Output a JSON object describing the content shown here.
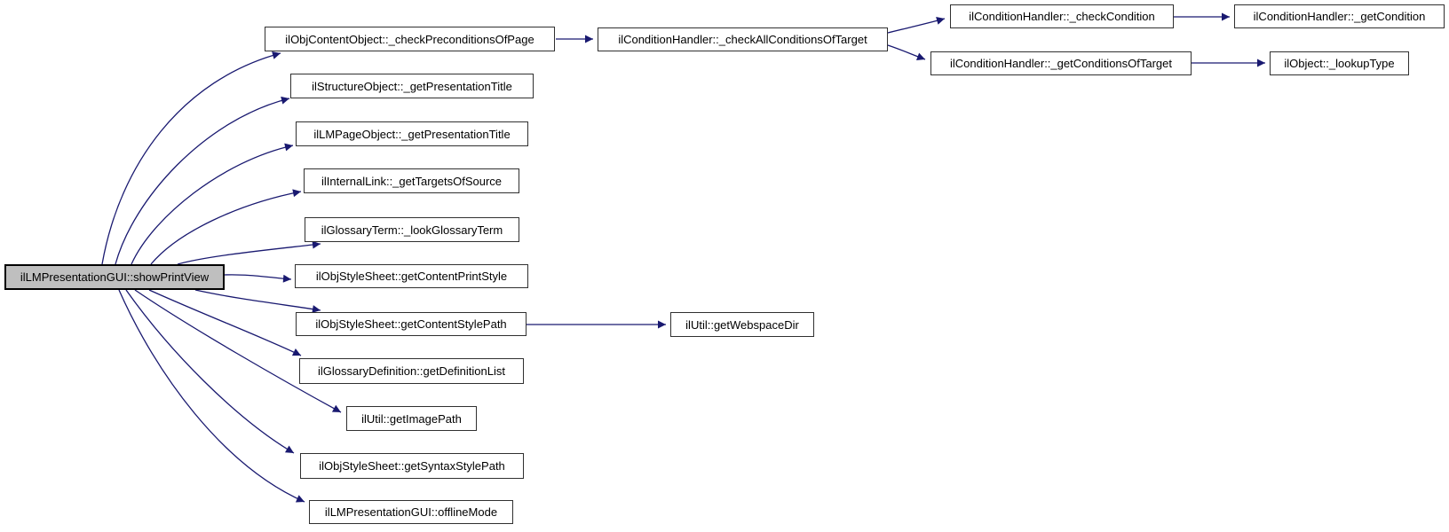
{
  "diagram_type": "call-graph",
  "colors": {
    "edge": "#191970",
    "node_border": "#303030",
    "node_fill": "#ffffff",
    "main_fill": "#bfbfbf",
    "text": "#000000",
    "background": "#ffffff"
  },
  "nodes": [
    {
      "id": "n0",
      "label": "ilLMPresentationGUI::showPrintView",
      "main": true
    },
    {
      "id": "n1",
      "label": "ilObjContentObject::_checkPreconditionsOfPage"
    },
    {
      "id": "n2",
      "label": "ilStructureObject::_getPresentationTitle"
    },
    {
      "id": "n3",
      "label": "ilLMPageObject::_getPresentationTitle"
    },
    {
      "id": "n4",
      "label": "ilInternalLink::_getTargetsOfSource"
    },
    {
      "id": "n5",
      "label": "ilGlossaryTerm::_lookGlossaryTerm"
    },
    {
      "id": "n6",
      "label": "ilObjStyleSheet::getContentPrintStyle"
    },
    {
      "id": "n7",
      "label": "ilObjStyleSheet::getContentStylePath"
    },
    {
      "id": "n8",
      "label": "ilGlossaryDefinition::getDefinitionList"
    },
    {
      "id": "n9",
      "label": "ilUtil::getImagePath"
    },
    {
      "id": "n10",
      "label": "ilObjStyleSheet::getSyntaxStylePath"
    },
    {
      "id": "n11",
      "label": "ilLMPresentationGUI::offlineMode"
    },
    {
      "id": "n12",
      "label": "ilConditionHandler::_checkAllConditionsOfTarget"
    },
    {
      "id": "n13",
      "label": "ilConditionHandler::_checkCondition"
    },
    {
      "id": "n14",
      "label": "ilConditionHandler::_getConditionsOfTarget"
    },
    {
      "id": "n15",
      "label": "ilConditionHandler::_getCondition"
    },
    {
      "id": "n16",
      "label": "ilObject::_lookupType"
    },
    {
      "id": "n17",
      "label": "ilUtil::getWebspaceDir"
    }
  ],
  "edges": [
    {
      "from": "ilLMPresentationGUI::showPrintView",
      "to": "ilObjContentObject::_checkPreconditionsOfPage"
    },
    {
      "from": "ilLMPresentationGUI::showPrintView",
      "to": "ilStructureObject::_getPresentationTitle"
    },
    {
      "from": "ilLMPresentationGUI::showPrintView",
      "to": "ilLMPageObject::_getPresentationTitle"
    },
    {
      "from": "ilLMPresentationGUI::showPrintView",
      "to": "ilInternalLink::_getTargetsOfSource"
    },
    {
      "from": "ilLMPresentationGUI::showPrintView",
      "to": "ilGlossaryTerm::_lookGlossaryTerm"
    },
    {
      "from": "ilLMPresentationGUI::showPrintView",
      "to": "ilObjStyleSheet::getContentPrintStyle"
    },
    {
      "from": "ilLMPresentationGUI::showPrintView",
      "to": "ilObjStyleSheet::getContentStylePath"
    },
    {
      "from": "ilLMPresentationGUI::showPrintView",
      "to": "ilGlossaryDefinition::getDefinitionList"
    },
    {
      "from": "ilLMPresentationGUI::showPrintView",
      "to": "ilUtil::getImagePath"
    },
    {
      "from": "ilLMPresentationGUI::showPrintView",
      "to": "ilObjStyleSheet::getSyntaxStylePath"
    },
    {
      "from": "ilLMPresentationGUI::showPrintView",
      "to": "ilLMPresentationGUI::offlineMode"
    },
    {
      "from": "ilObjContentObject::_checkPreconditionsOfPage",
      "to": "ilConditionHandler::_checkAllConditionsOfTarget"
    },
    {
      "from": "ilConditionHandler::_checkAllConditionsOfTarget",
      "to": "ilConditionHandler::_checkCondition"
    },
    {
      "from": "ilConditionHandler::_checkAllConditionsOfTarget",
      "to": "ilConditionHandler::_getConditionsOfTarget"
    },
    {
      "from": "ilConditionHandler::_checkCondition",
      "to": "ilConditionHandler::_getCondition"
    },
    {
      "from": "ilConditionHandler::_getConditionsOfTarget",
      "to": "ilObject::_lookupType"
    },
    {
      "from": "ilObjStyleSheet::getContentStylePath",
      "to": "ilUtil::getWebspaceDir"
    }
  ]
}
